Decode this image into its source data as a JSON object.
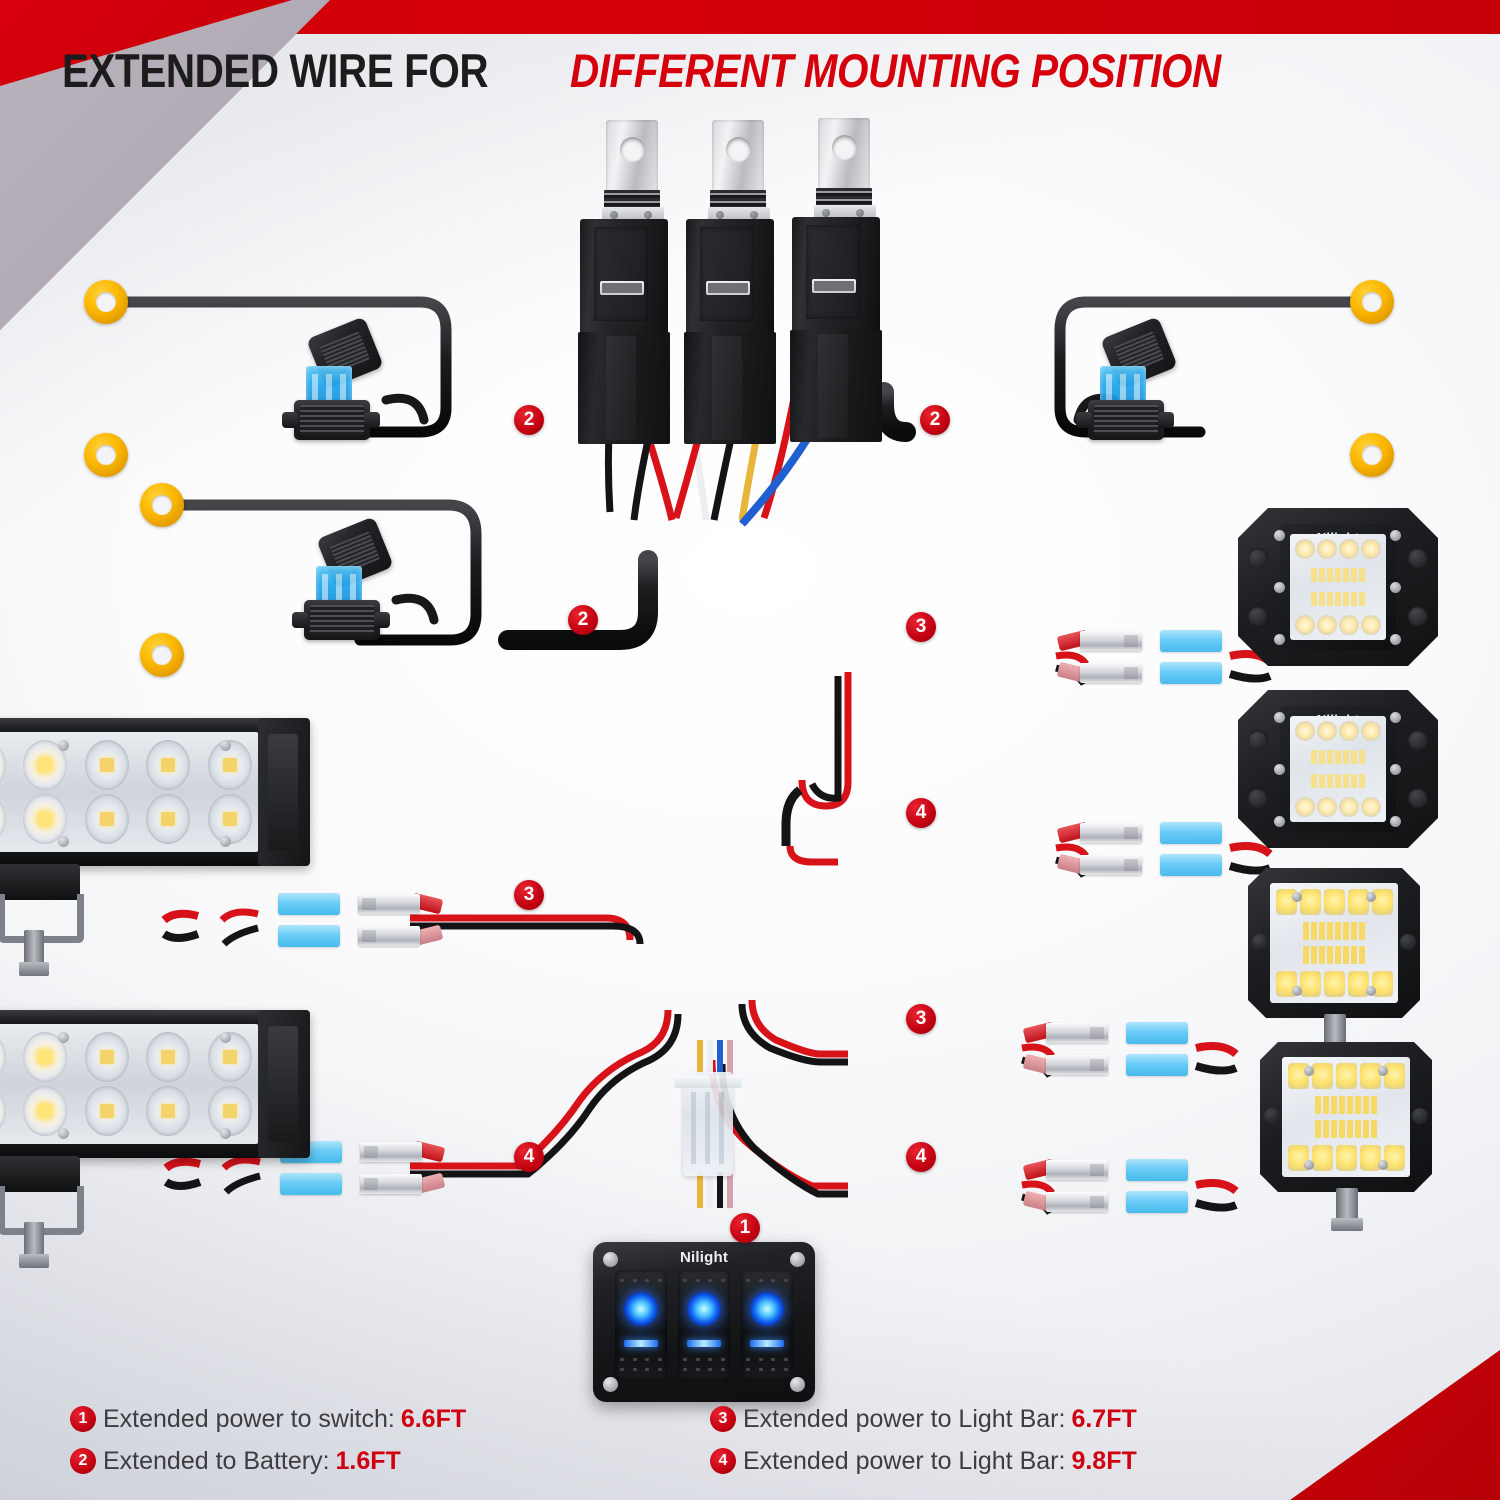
{
  "header": {
    "title_black": "EXTENDED WIRE FOR",
    "title_red": "DIFFERENT MOUNTING POSITION"
  },
  "brand": {
    "name": "Nilight"
  },
  "legend": {
    "left": [
      {
        "num": "1",
        "label": "Extended power to switch:",
        "value": "6.6FT"
      },
      {
        "num": "2",
        "label": "Extended to Battery:",
        "value": "1.6FT"
      }
    ],
    "right": [
      {
        "num": "3",
        "label": "Extended power to Light Bar:",
        "value": "6.7FT"
      },
      {
        "num": "4",
        "label": "Extended power to Light Bar:",
        "value": "9.8FT"
      }
    ]
  },
  "callouts": [
    {
      "id": "c2-left",
      "num": "2"
    },
    {
      "id": "c2-right",
      "num": "2"
    },
    {
      "id": "c2-lower",
      "num": "2"
    },
    {
      "id": "c3-right-upper",
      "num": "3"
    },
    {
      "id": "c4-right-upper",
      "num": "4"
    },
    {
      "id": "c3-left",
      "num": "3"
    },
    {
      "id": "c3-right-lower",
      "num": "3"
    },
    {
      "id": "c4-left",
      "num": "4"
    },
    {
      "id": "c4-right-lower",
      "num": "4"
    },
    {
      "id": "c1-switch",
      "num": "1"
    }
  ],
  "components": {
    "relays": [
      {
        "name": "relay-1"
      },
      {
        "name": "relay-2"
      },
      {
        "name": "relay-3"
      }
    ],
    "fuse_holders": [
      {
        "name": "fuse-holder-left-upper"
      },
      {
        "name": "fuse-holder-left-lower"
      },
      {
        "name": "fuse-holder-right"
      }
    ],
    "ring_terminals": [
      {
        "name": "ring-terminal-1"
      },
      {
        "name": "ring-terminal-2"
      },
      {
        "name": "ring-terminal-3"
      },
      {
        "name": "ring-terminal-4"
      },
      {
        "name": "ring-terminal-5"
      },
      {
        "name": "ring-terminal-6"
      }
    ],
    "light_bars": [
      {
        "name": "light-bar-upper"
      },
      {
        "name": "light-bar-lower"
      }
    ],
    "flush_pods": [
      {
        "name": "flush-pod-upper",
        "brand": "Nilight"
      },
      {
        "name": "flush-pod-lower",
        "brand": "Nilight"
      }
    ],
    "cube_pods": [
      {
        "name": "cube-pod-upper"
      },
      {
        "name": "cube-pod-lower"
      }
    ],
    "switch_panel": {
      "name": "3-gang-rocker-switch-panel",
      "brand": "Nilight",
      "switch_count": 3,
      "led_color": "#2d78ff"
    }
  },
  "colors": {
    "accent_red": "#d10010",
    "title_black": "#1c1c1c",
    "ring_terminal": "#fcb800",
    "fuse_blue": "#25a9ef",
    "spade_blue": "#5fc9f6",
    "switch_led_blue": "#2d78ff"
  },
  "wire_colors": {
    "power": "#d81219",
    "ground": "#141416",
    "sheath": "#1a1b1d",
    "signal_white": "#eceef1",
    "signal_yellow": "#e8b53a",
    "signal_blue": "#1f5fd0"
  }
}
